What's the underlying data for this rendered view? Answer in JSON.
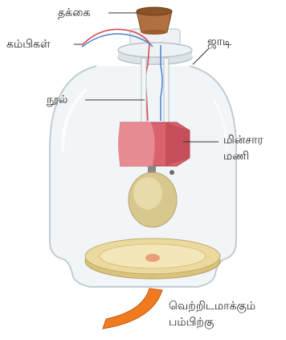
{
  "labels": {
    "stopper": "தக்கை",
    "wires": "கம்பிகள்",
    "jar": "ஜாடி",
    "thread": "நூல்",
    "bell_line1": "மின்சார",
    "bell_line2": "மணி",
    "pump_line1": "வெற்றிடமாக்கும்",
    "pump_line2": "பம்பிற்கு"
  },
  "colors": {
    "cork": "#b07040",
    "glass": "#e6edf1",
    "bell_body": "#d9626d",
    "gong": "#d9c88e",
    "base": "#ecd9a0",
    "pipe": "#f07a1f",
    "wire_red": "#d8424a",
    "wire_blue": "#4a7fd0"
  }
}
